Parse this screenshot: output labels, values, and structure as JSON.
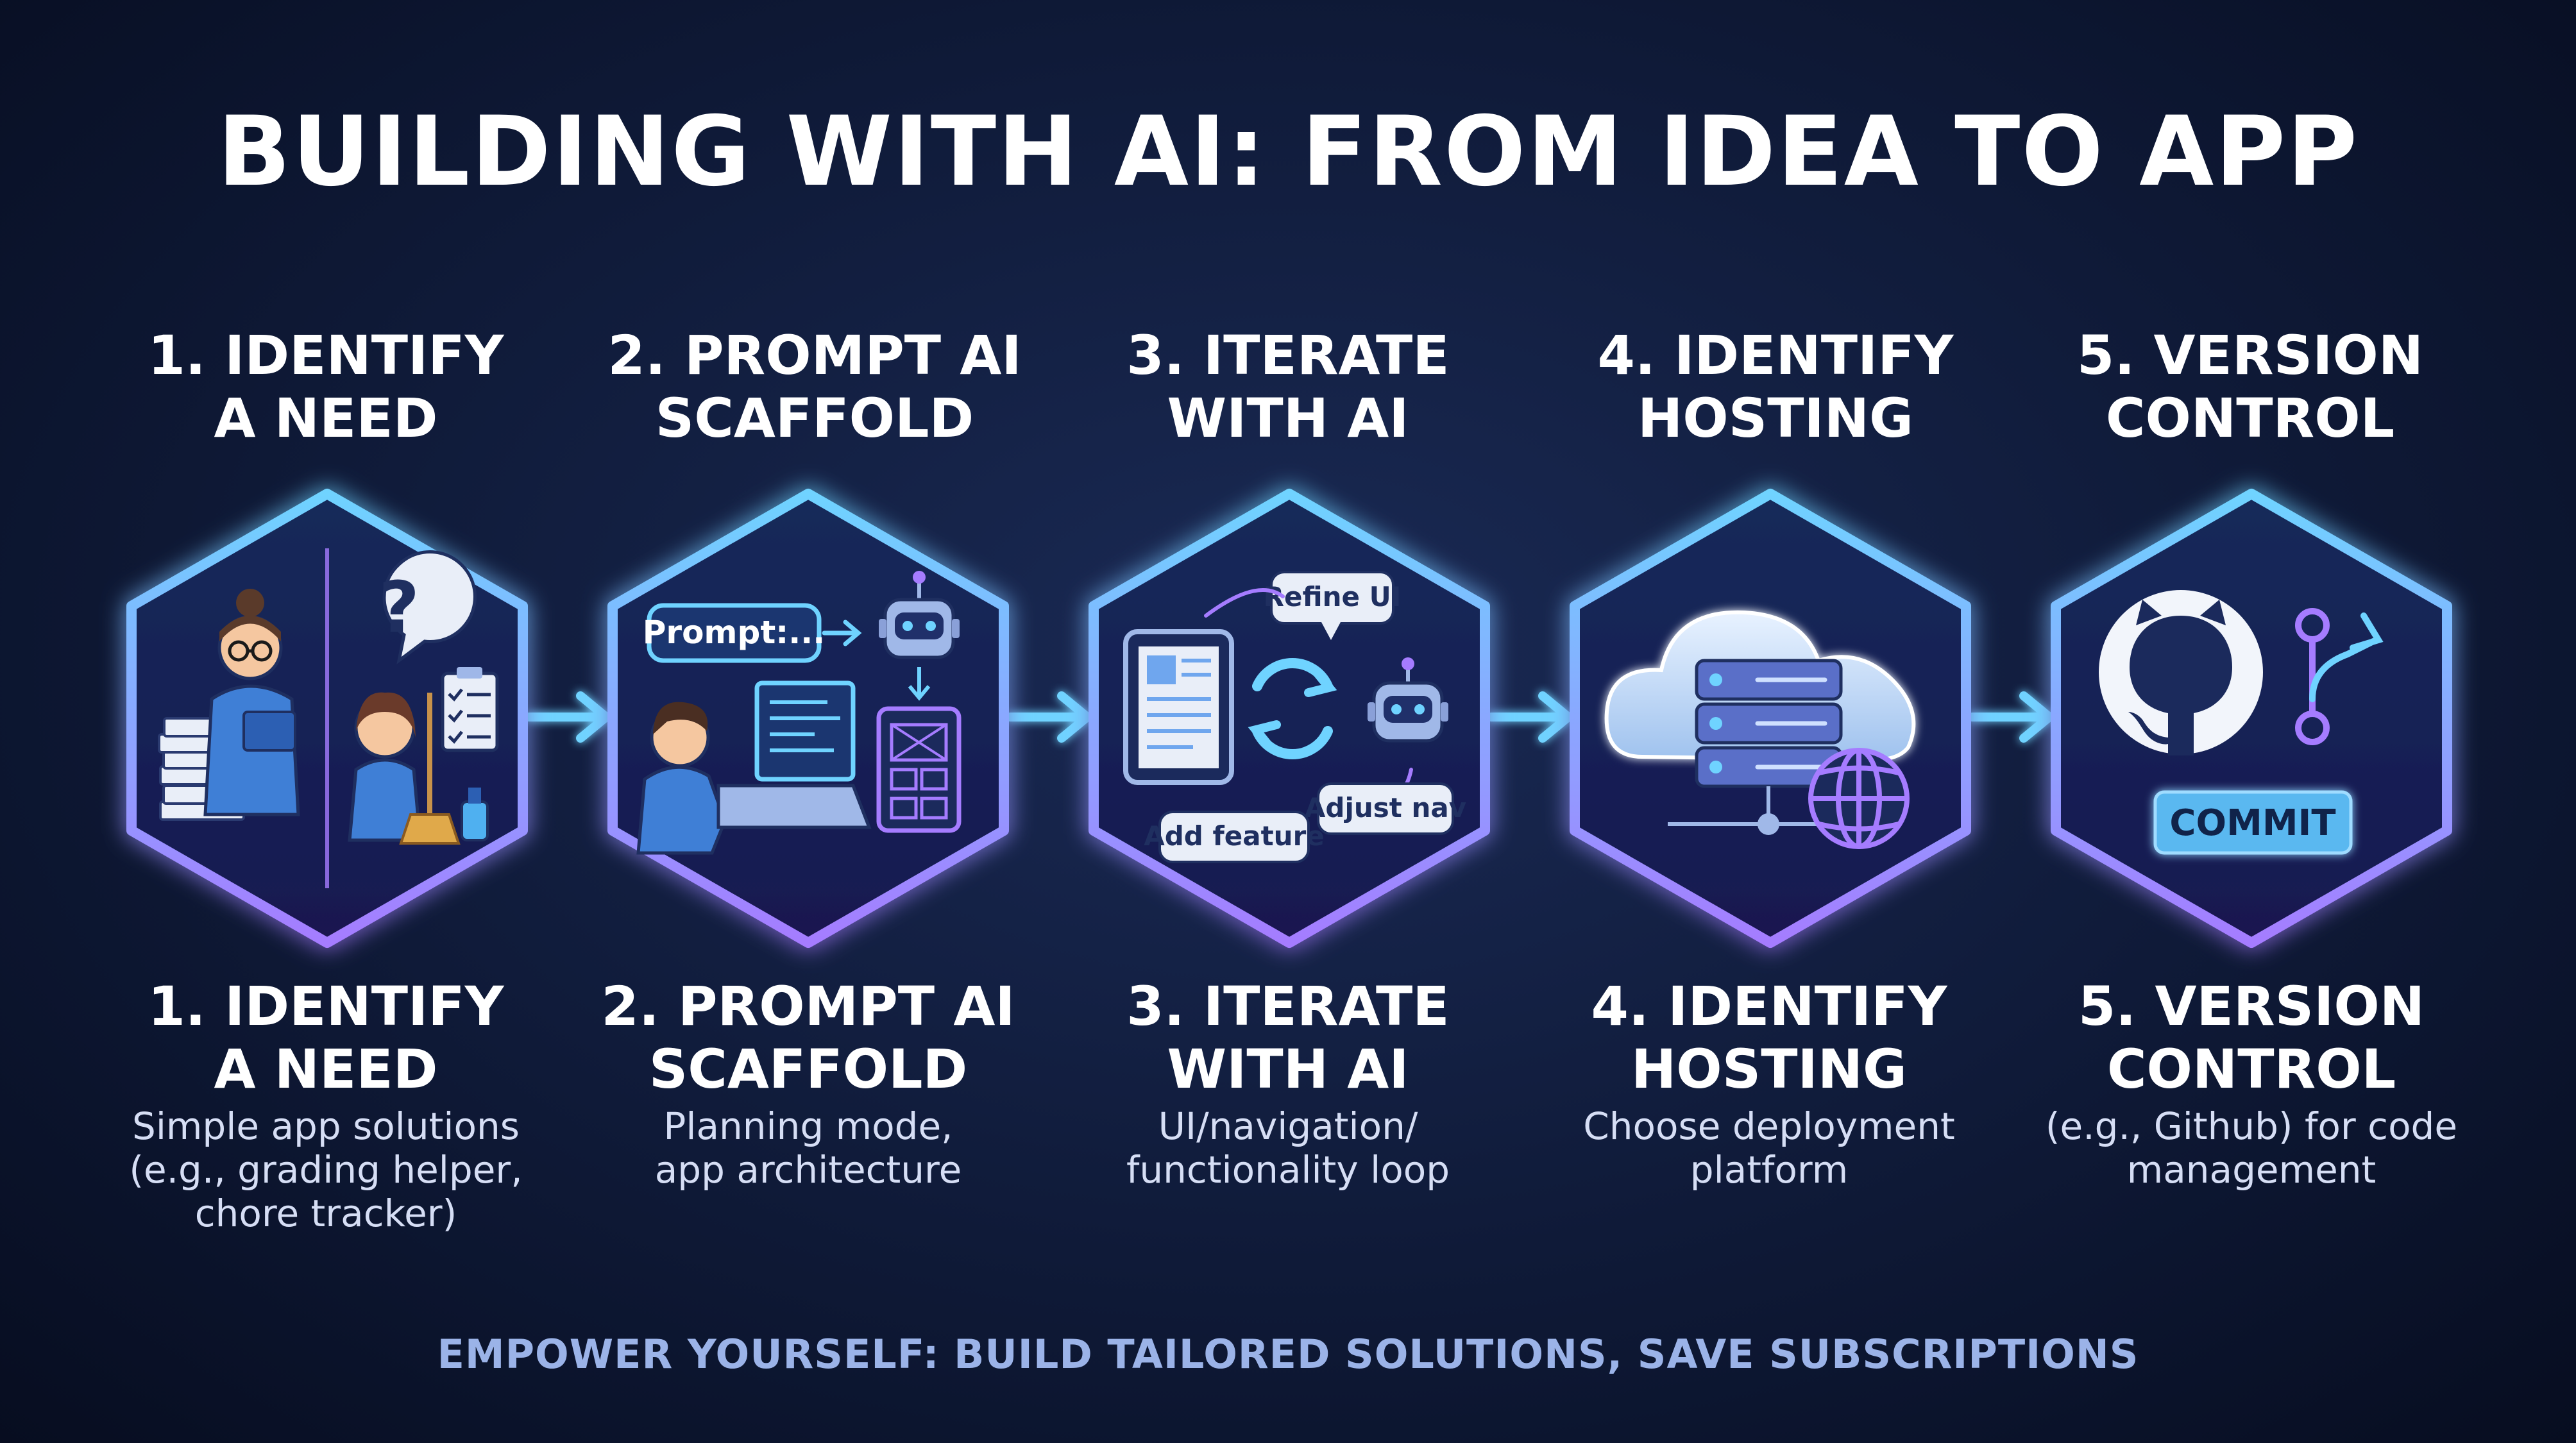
{
  "title": "BUILDING WITH AI: FROM IDEA TO APP",
  "steps": [
    {
      "title_line1": "1. IDENTIFY",
      "title_line2": "A NEED",
      "desc_line1": "Simple app solutions",
      "desc_line2": "(e.g., grading helper,",
      "desc_line3": "chore tracker)"
    },
    {
      "title_line1": "2. PROMPT AI",
      "title_line2": "SCAFFOLD",
      "desc_line1": "Planning mode,",
      "desc_line2": "app architecture",
      "desc_line3": ""
    },
    {
      "title_line1": "3. ITERATE",
      "title_line2": "WITH AI",
      "desc_line1": "UI/navigation/",
      "desc_line2": "functionality loop",
      "desc_line3": ""
    },
    {
      "title_line1": "4. IDENTIFY",
      "title_line2": "HOSTING",
      "desc_line1": "Choose deployment",
      "desc_line2": "platform",
      "desc_line3": ""
    },
    {
      "title_line1": "5. VERSION",
      "title_line2": "CONTROL",
      "desc_line1": "(e.g., Github) for code",
      "desc_line2": "management",
      "desc_line3": ""
    }
  ],
  "icons": {
    "prompt_label": "Prompt:...",
    "refine_label": "Refine UI",
    "adjust_label": "Adjust nav",
    "add_feature_label": "Add feature",
    "commit_label": "COMMIT"
  },
  "footer": "EMPOWER YOURSELF: BUILD TAILORED SOLUTIONS, SAVE SUBSCRIPTIONS",
  "colors": {
    "accent_cyan": "#6fd3ff",
    "accent_purple": "#a57cff",
    "background": "#0f1a38"
  }
}
